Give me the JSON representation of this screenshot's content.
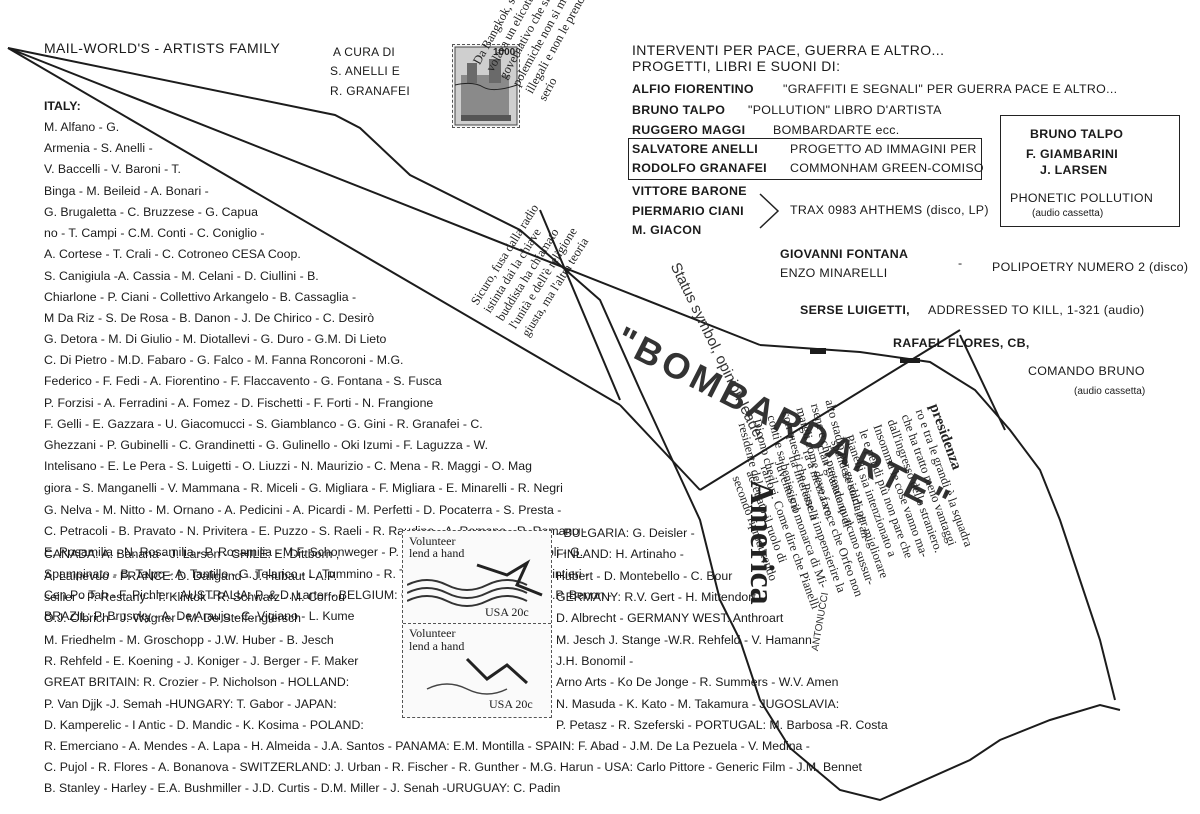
{
  "header": {
    "title": "MAIL-WORLD'S - ARTISTS FAMILY",
    "cura": "A CURA DI",
    "curator1": "S. ANELLI E",
    "curator2": "R. GRANAFEI",
    "stamp_value": "1000",
    "interventi1": "INTERVENTI PER PACE, GUERRA E ALTRO...",
    "interventi2": "PROGETTI, LIBRI E SUONI DI:"
  },
  "projects": [
    {
      "who": "ALFIO FIORENTINO",
      "what": "\"GRAFFITI E SEGNALI\" PER GUERRA PACE E ALTRO..."
    },
    {
      "who": "BRUNO TALPO",
      "what": "\"POLLUTION\" LIBRO D'ARTISTA"
    },
    {
      "who": "RUGGERO MAGGI",
      "what": "BOMBARDARTE ecc."
    },
    {
      "who": "SALVATORE ANELLI",
      "what": "PROGETTO AD IMMAGINI PER"
    },
    {
      "who": "RODOLFO GRANAFEI",
      "what": "COMMONHAM GREEN-COMISO"
    },
    {
      "who": "VITTORE BARONE",
      "what": ""
    },
    {
      "who": "PIERMARIO CIANI",
      "what": "TRAX 0983 AHTHEMS (disco, LP)"
    },
    {
      "who": "M. GIACON",
      "what": ""
    },
    {
      "who": "GIOVANNI FONTANA",
      "what": "POLIPOETRY NUMERO 2 (disco)"
    },
    {
      "who": "ENZO MINARELLI",
      "what": ""
    },
    {
      "who": "SERSE LUIGETTI,",
      "what": "ADDRESSED TO KILL, 1-321 (audio)"
    },
    {
      "who": "RAFAEL FLORES, CB,",
      "what": ""
    },
    {
      "who": "COMANDO BRUNO",
      "what": "(audio cassetta)"
    }
  ],
  "phonetic_box": {
    "names": [
      "BRUNO TALPO",
      "F. GIAMBARINI",
      "J. LARSEN"
    ],
    "title": "PHONETIC POLLUTION",
    "note": "(audio cassetta)"
  },
  "artists_lines": [
    "ITALY:",
    "M. Alfano - G.",
    "Armenia - S. Anelli -",
    "V. Baccelli - V. Baroni - T.",
    "Binga - M. Beileid - A. Bonari -",
    "G. Brugaletta - C. Bruzzese - G. Capua",
    "no - T. Campi - C.M. Conti - C. Coniglio -",
    "A. Cortese - T. Crali - C. Cotroneo CESA Coop.",
    "S. Canigiula -A. Cassia - M. Celani - D. Ciullini - B.",
    "Chiarlone - P. Ciani - Collettivo Arkangelo - B. Cassaglia -",
    "M Da Riz - S. De Rosa - B. Danon - J. De Chirico - C. Desirò",
    "G. Detora - M. Di Giulio - M. Diotallevi - G. Duro - G.M. Di Lieto",
    "C. Di Pietro - M.D. Fabaro - G. Falco - M. Fanna Roncoroni - M.G.",
    "Federico - F. Fedi - A. Fiorentino - F. Flaccavento - G. Fontana - S. Fusca",
    "P. Forzisi - A. Ferradini - A. Fomez - D. Fischetti - F. Forti - N. Frangione",
    "F. Gelli - E. Gazzara - U. Giacomucci - S. Giamblanco - G. Gini - R. Granafei - C.",
    "Ghezzani - P. Gubinelli - C. Grandinetti - G. Gulinello - Oki Izumi - F. Laguzza - W.",
    "Intelisano - E. Le Pera - S. Luigetti - O. Liuzzi - N. Maurizio - C. Mena - R. Maggi - O. Mag",
    "giora - S. Manganelli - V. Mammana - R. Miceli - G. Migliara - F. Migliara - E. Minarelli - R. Negri",
    "G. Nelva - M. Nitto - M. Ornano - A. Pedicini - A. Picardi - M. Perfetti - D. Pocaterra - S. Presta -",
    "C. Petracoli - B. Pravato - N. Privitera - E. Puzzo - S. Raeli - R. Raudino - A. Romano - R. Romano -",
    "E. Rosamilia - N. Rosamilia - P. Rosamilia - M.F. Schonweger - P. Scirpa - S. Sulpizio - T. Sicoli - G.",
    "Spampinato - B. Talpo - A. Tantillo - G. Telarico - L. Tummino - R. Tigelli - M. Torchio - S. Palmintieri -",
    "Cen Po Tah - F. Pichler - AUSTRALIA: P. & D. Larter - BELGIUM: G. Bleus - R. Wilderjoins - J.P. Benon -",
    "BRAZIL: P. Bruscky - A. De Araujo - C. Vigiano - L. Kume"
  ],
  "left_block": [
    "CANADA: A. Banana - J. Larsen - CHILE: E. Dittborn ,",
    "A. Lainevuo - FRANCE: D. Daligand - J. Hubaut - A.P.",
    "seilier - P. Restany - T. Klintok - R. Schwarz - M. Corfou",
    "O.J. Olbrich - J. Wagner - M. De Steffengiersch",
    "M. Friedhelm - M. Groschopp - J.W. Huber - B. Jesch",
    "R. Rehfeld - E. Koening - J. Koniger - J. Berger - F. Maker",
    "GREAT BRITAIN: R. Crozier - P. Nicholson - HOLLAND:",
    "P. Van Djjk -J. Semah -HUNGARY: T. Gabor - JAPAN:",
    "D. Kamperelic - I Antic - D. Mandic - K. Kosima - POLAND:",
    "R. Emerciano - A. Mendes - A. Lapa - H. Almeida - J.A. Santos - PANAMA: E.M. Montilla - SPAIN: F. Abad - J.M. De La Pezuela - V. Medina -",
    "C. Pujol - R. Flores - A. Bonanova - SWITZERLAND: J. Urban - R. Fischer - R. Gunther - M.G. Harun - USA: Carlo Pittore - Generic Film - J.M. Bennet",
    "B. Stanley - Harley - E.A. Bushmiller - J.D. Curtis - D.M. Miller - J. Senah -URUGUAY: C. Padin"
  ],
  "right_block": [
    "- BULGARIA: G. Deisler -",
    "FINLAND: H. Artinaho -",
    "Hubert - D. Montebello - C. Bour",
    "GERMANY: R.V. Gert - H. Mittendorf -",
    "D. Albrecht - GERMANY WEST: Anthroart",
    "M. Jesch J. Stange -W.R. Rehfeld - V. Hamann",
    "J.H. Bonomil -",
    "Arno Arts - Ko De Jonge - R. Summers - W.V. Amen",
    "N. Masuda - K. Kato - M. Takamura - JUGOSLAVIA:",
    "P. Petasz - R. Szeferski - PORTUGAL: M. Barbosa -R. Costa"
  ],
  "stamp2": {
    "caption1": "Volunteer",
    "caption2": "lend a hand",
    "value": "USA 20c"
  },
  "newspaper": {
    "headline": "\"BOMBARDARTE\"",
    "america": "America",
    "status": "Status symbol, opinion leader",
    "col1": [
      "alto stadio per guidarla di an-",
      "rsene e che pretendono di",
      "margli come deve fare.",
      "con questi che Pianelli",
      "conti e sa benissimo",
      "Dicono che il",
      "residente del"
    ],
    "col2": [
      "presidenza",
      "ro e tra le grandi è la squadra",
      "che ha tratto meno vantaggi",
      "dall'ingresso dello straniero.",
      "Insomma le cose vanno ma-",
      "le e per di più non pare che",
      "Pianelli sia intenzionato a",
      "spendere soldi per migliorare",
      "clan granata qualcuno sussur-",
      "ra a mezza voce che Orfeo non",
      "ha interesse a impensierire la",
      "Juventus il monarca di Mi-",
      "rafiori. Come dire che Pianelli",
      "accettato il ruolo di",
      "secondo riproducendo"
    ],
    "col3": [
      "Sicuro, fusa dalla radio",
      "istinta dai la chiave",
      "buddista ha chiamato",
      "l'unità e dell'è religione",
      "giusta, ma l'altra teoria"
    ],
    "rotated_tail": [
      "Da Bangkok, sulle loro teste",
      "volava un elicottero dell'esercito",
      "governativo che si mettevano",
      "polemiche non si mettevano",
      "illegali e non le prende sul",
      "serio"
    ],
    "antonucci": "ANTONUCCI"
  }
}
